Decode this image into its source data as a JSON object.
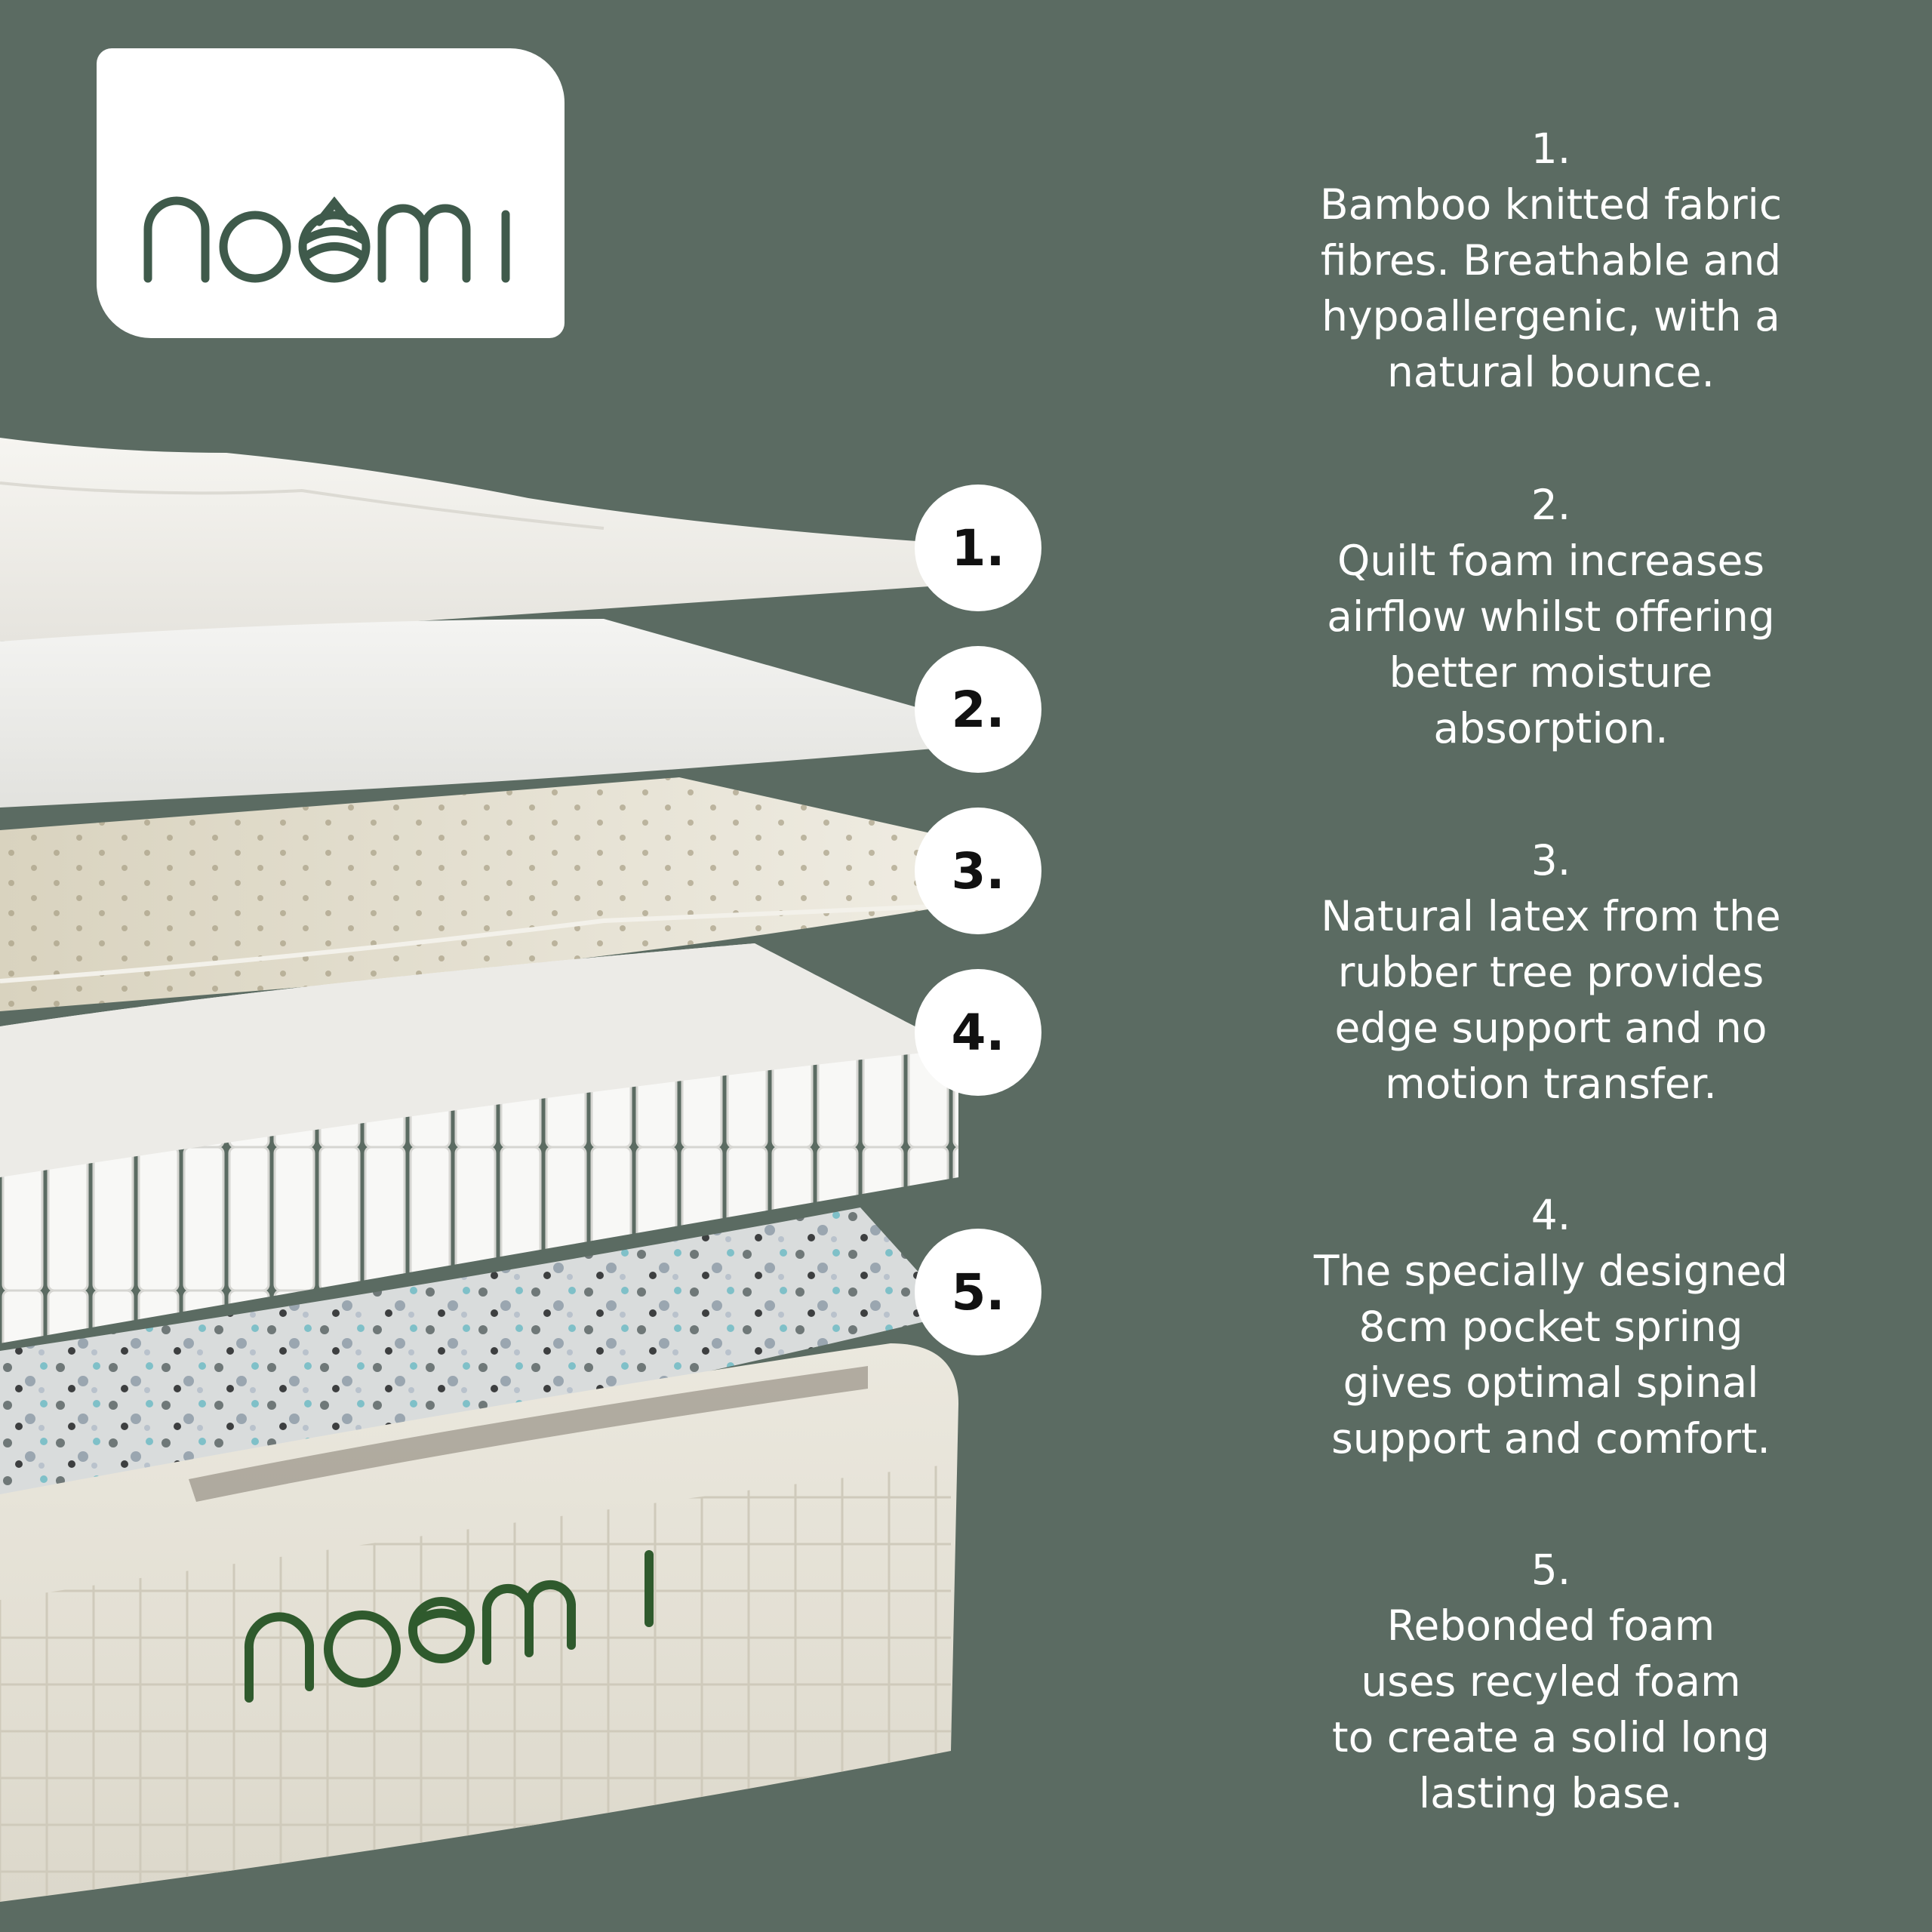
{
  "brand": {
    "logo_text": "noomi",
    "colors": {
      "background": "#5b6b62",
      "logo_green": "#3f5a4b",
      "embroidery_green": "#2f5a2d"
    }
  },
  "badges": [
    "1.",
    "2.",
    "3.",
    "4.",
    "5."
  ],
  "layers": [
    {
      "number": "1.",
      "text": "Bamboo knitted fabric\nfibres. Breathable and\nhypoallergenic, with a\nnatural bounce."
    },
    {
      "number": "2.",
      "text": "Quilt foam increases\nairflow whilst offering\nbetter moisture\nabsorption."
    },
    {
      "number": "3.",
      "text": "Natural latex from the\nrubber tree provides\nedge support and no\nmotion transfer."
    },
    {
      "number": "4.",
      "text": "The specially designed\n8cm pocket spring\ngives optimal spinal\nsupport and comfort."
    },
    {
      "number": "5.",
      "text": "Rebonded foam\nuses recyled foam\nto create a solid long\nlasting base."
    }
  ]
}
